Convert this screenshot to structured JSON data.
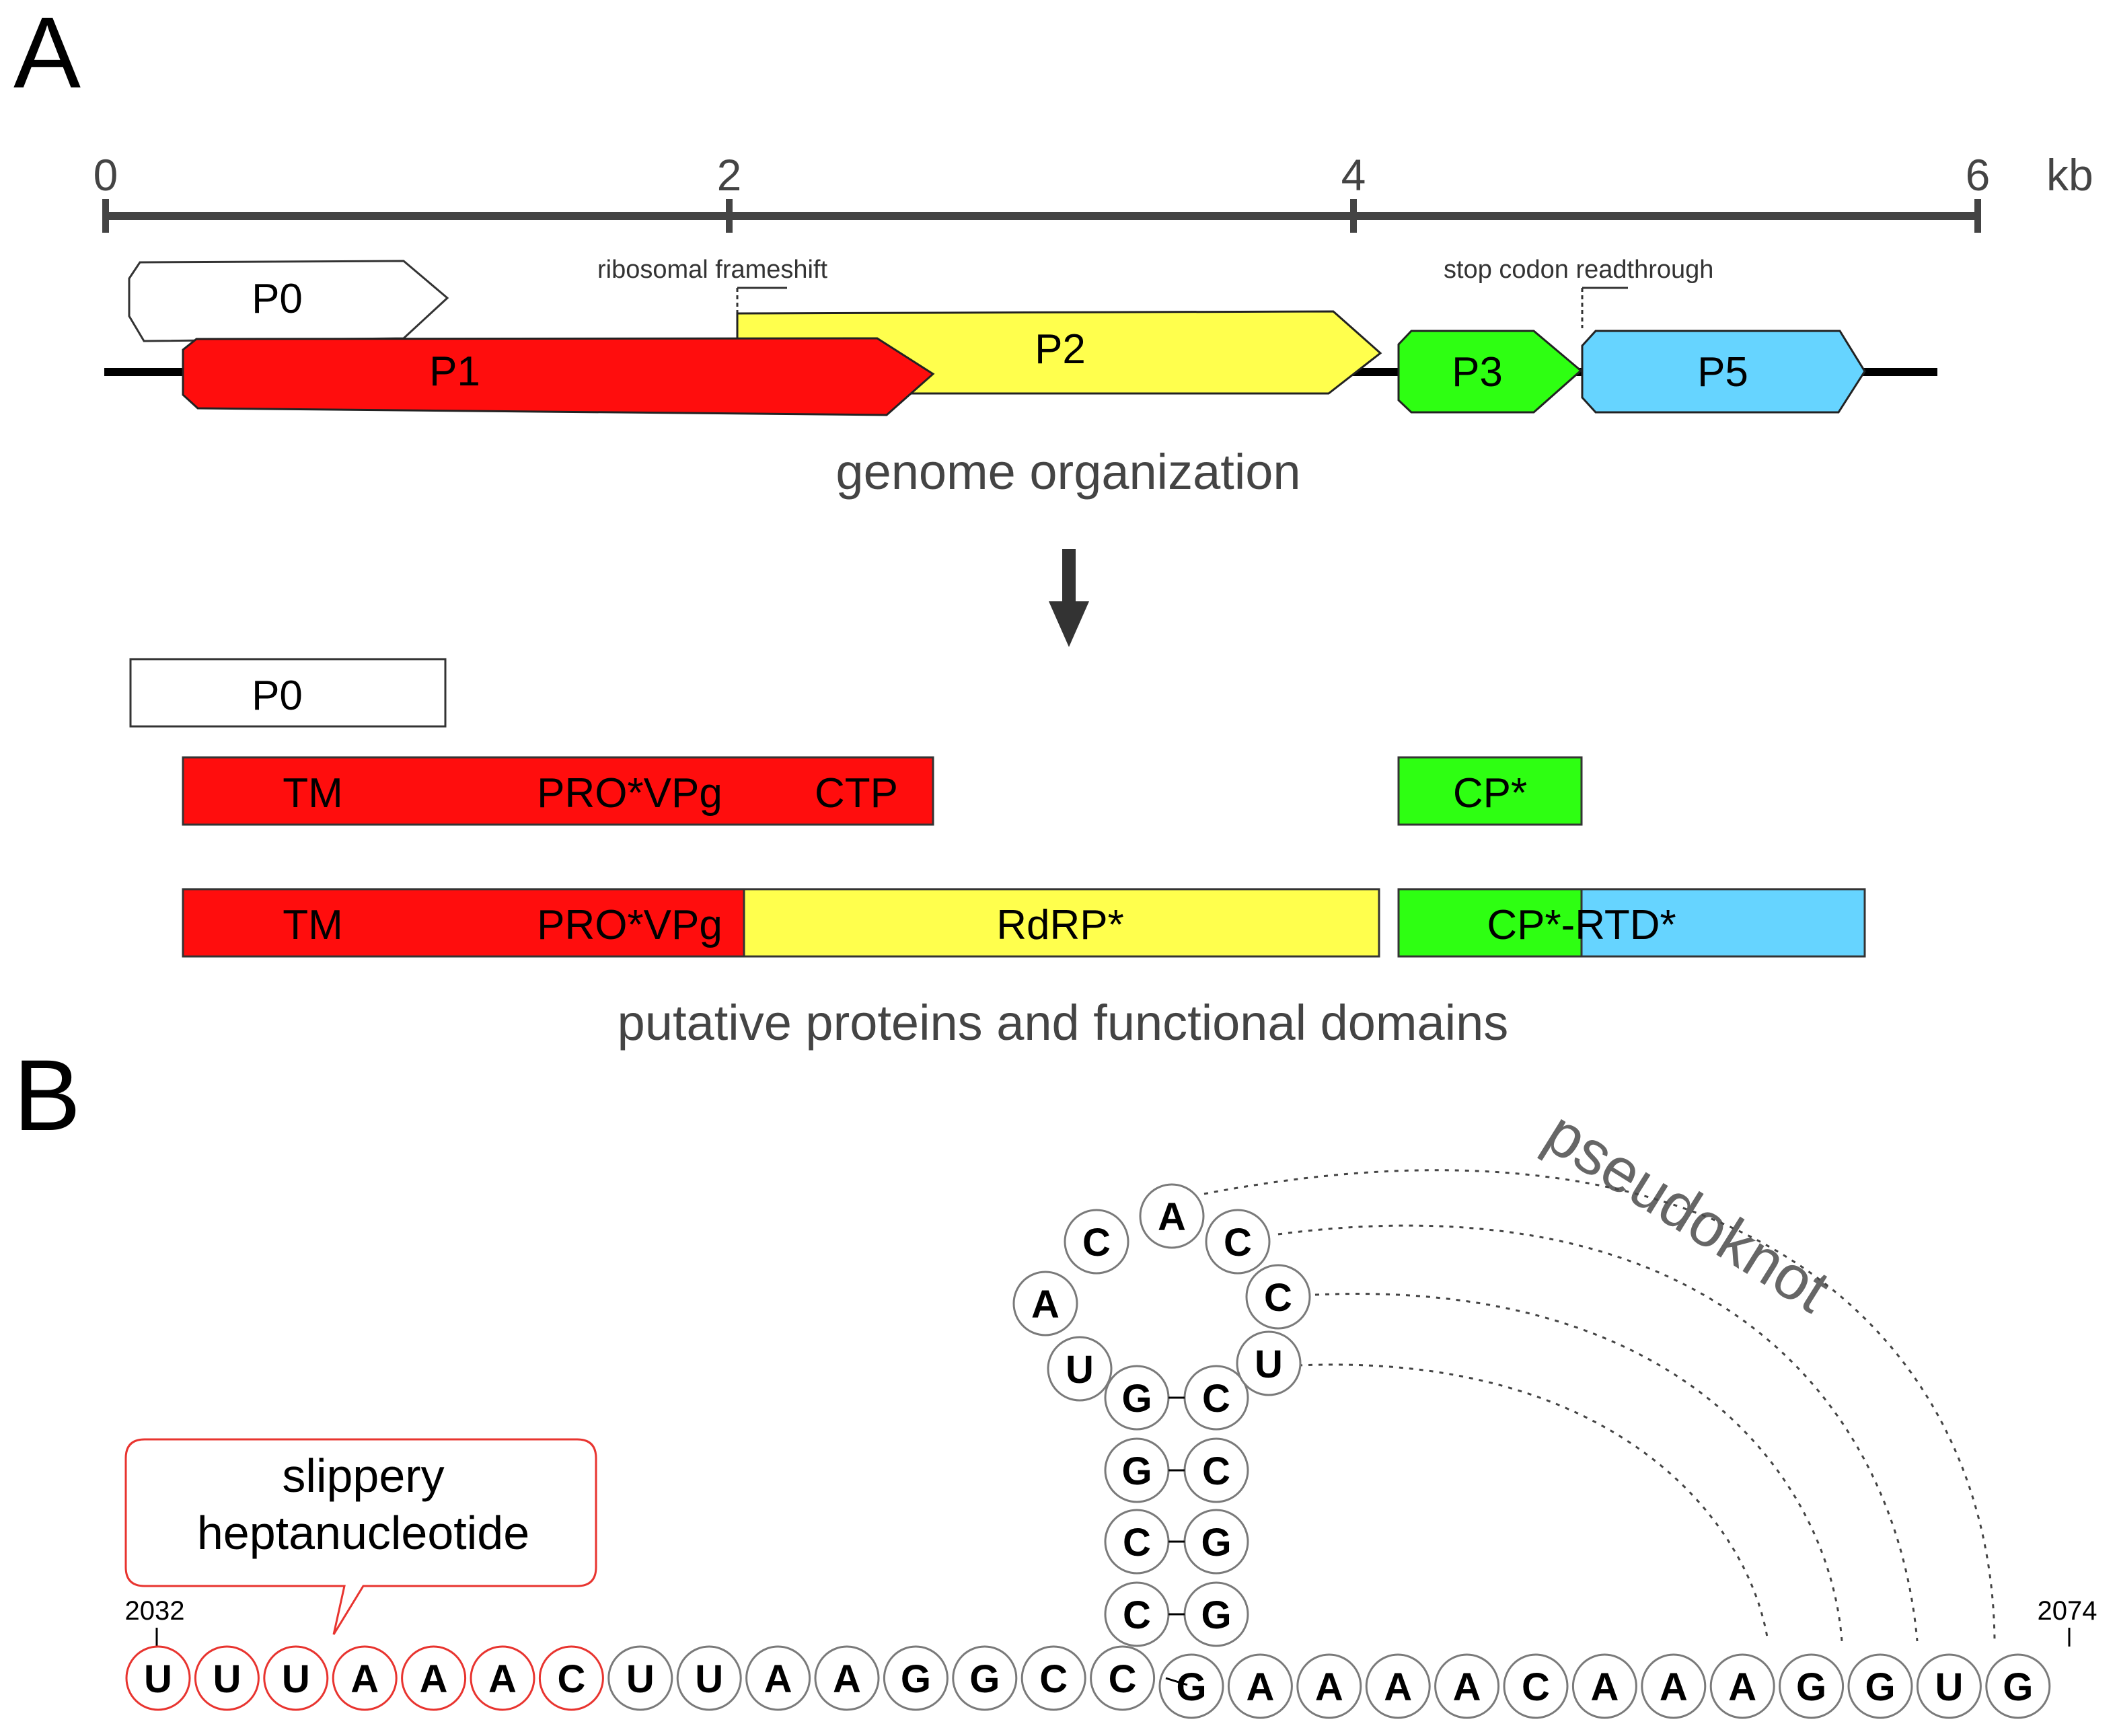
{
  "panel_a": {
    "label": "A",
    "scale": {
      "ticks": [
        {
          "label": "0",
          "kb": 0
        },
        {
          "label": "2",
          "kb": 2
        },
        {
          "label": "4",
          "kb": 4
        },
        {
          "label": "6",
          "kb": 6
        }
      ],
      "unit": "kb"
    },
    "frameshift_label": "ribosomal frameshift",
    "readthrough_label": "stop codon readthrough",
    "orfs": [
      {
        "id": "p0",
        "label": "P0",
        "fill": "#ffffff"
      },
      {
        "id": "p1",
        "label": "P1",
        "fill": "#ff0d0d"
      },
      {
        "id": "p2",
        "label": "P2",
        "fill": "#ffff4d"
      },
      {
        "id": "p3",
        "label": "P3",
        "fill": "#2eff12"
      },
      {
        "id": "p5",
        "label": "P5",
        "fill": "#66d4ff"
      }
    ],
    "organization_caption": "genome organization",
    "proteins": {
      "p0": {
        "label": "P0"
      },
      "p1": {
        "domains": [
          "TM",
          "PRO*VPg",
          "CTP"
        ]
      },
      "cp": {
        "label": "CP*"
      },
      "p1p2": {
        "domains": [
          "TM",
          "PRO*VPg",
          "RdRP*"
        ]
      },
      "cprtd": {
        "label": "CP*-RTD*"
      }
    },
    "proteins_caption": "putative proteins and functional domains"
  },
  "panel_b": {
    "label": "B",
    "callout": {
      "line1": "slippery",
      "line2": "heptanucleotide"
    },
    "pseudoknot_label": "pseudoknot",
    "start_position": "2032",
    "end_position": "2074",
    "baseline_nts": [
      "U",
      "U",
      "U",
      "A",
      "A",
      "A",
      "C",
      "U",
      "U",
      "A",
      "A",
      "G",
      "G",
      "C",
      "C",
      "G",
      "A",
      "A",
      "A",
      "A",
      "C",
      "A",
      "A",
      "A",
      "G",
      "G",
      "U",
      "G"
    ],
    "stem_left": [
      "C",
      "C",
      "G",
      "G"
    ],
    "stem_right": [
      "G",
      "G",
      "C",
      "C"
    ],
    "loop": [
      "U",
      "A",
      "C",
      "A",
      "C",
      "C",
      "U"
    ],
    "colors": {
      "slippery": "#e8342f",
      "frame": "#7a7a7a",
      "text": "#000000"
    }
  }
}
